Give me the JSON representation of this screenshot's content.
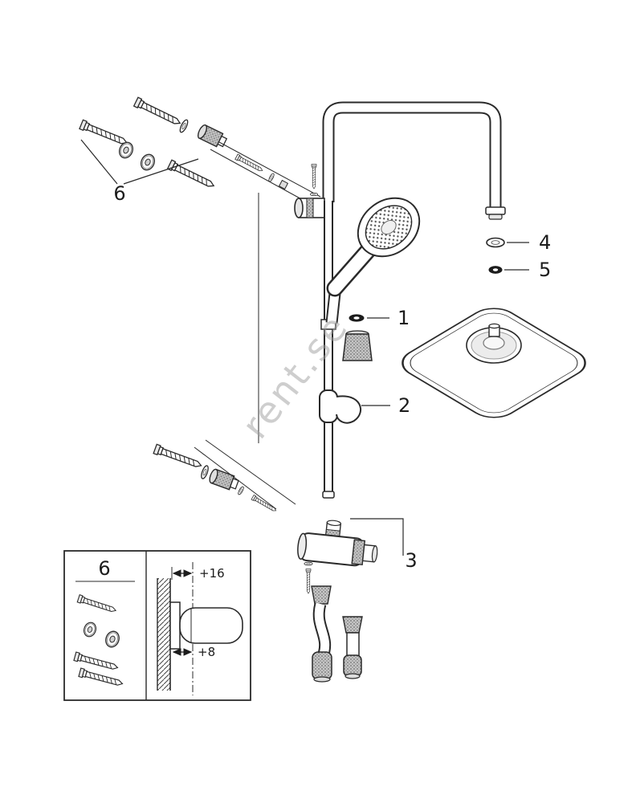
{
  "page": {
    "background": "#ffffff"
  },
  "diagram": {
    "type": "exploded-parts-diagram",
    "subject": "shower-system",
    "watermark": "rent.se",
    "callouts": {
      "part1": "1",
      "part2": "2",
      "part3": "3",
      "part4": "4",
      "part5": "5",
      "part6": "6"
    },
    "inset": {
      "part6": "6",
      "dimension_top": "+16",
      "dimension_bottom": "+8"
    },
    "colors": {
      "line": "#2a2a2a",
      "knurl": "#c2c2c2",
      "watermark": "#9e9e9e"
    }
  }
}
